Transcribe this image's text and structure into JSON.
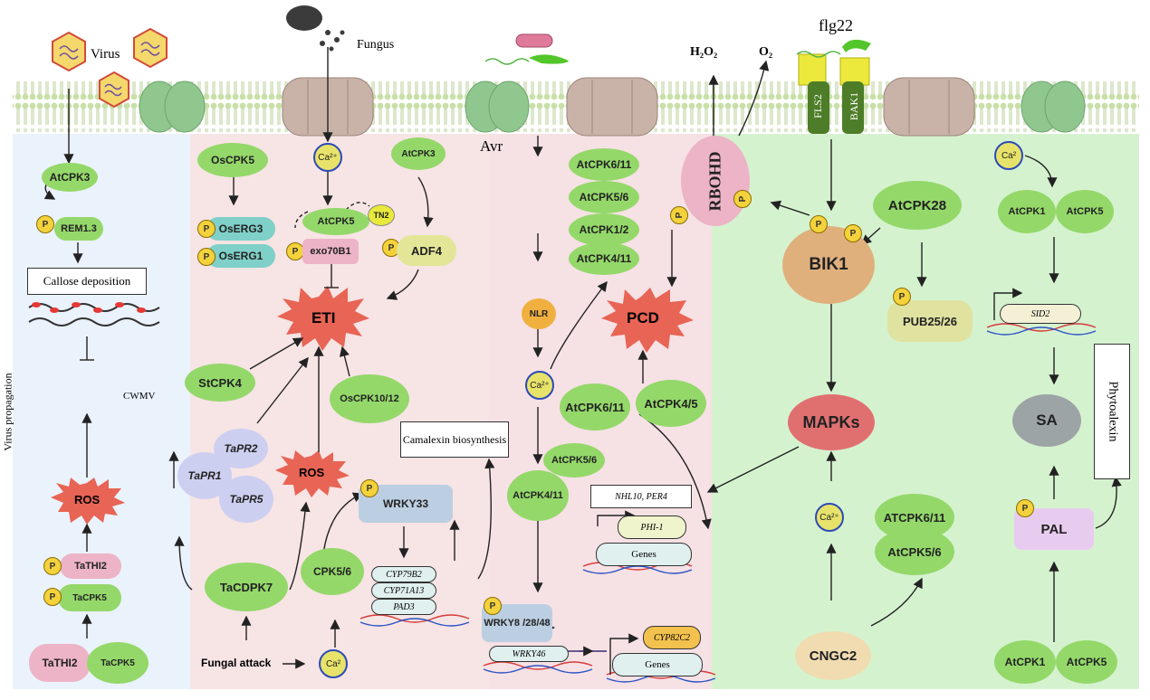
{
  "colors": {
    "virus_panel": "#eaf2fb",
    "fungus_panel": "#f7e4e4",
    "bacteria_panel": "#f6e1e4",
    "plant_panel": "#d5f2cf",
    "membrane": "#cfe6b8",
    "green_node": "#94d86a",
    "burst": "#e86455",
    "mapks": "#e07070",
    "bik1": "#e0b07c"
  },
  "labels": {
    "virus": "Virus",
    "fungus": "Fungus",
    "h2o2": "H₂O₂",
    "o2": "O₂",
    "flg22": "flg22",
    "avr": "Avr",
    "fls2": "FLS2",
    "bak1": "BAK1",
    "cwmv": "CWMV",
    "virus_propagation": "Virus propagation",
    "fungal_attack": "Fungal attack",
    "genes_1": "Genes",
    "genes_2": "Genes",
    "nlr": "NLR",
    "p": "P",
    "ca2": "Ca²⁺",
    "ca": "Ca²"
  },
  "virus_panel": {
    "atcpk3": "AtCPK3",
    "rem13": "REM1.3",
    "callose": "Callose deposition",
    "ros": "ROS",
    "tathi2_a": "TaTHI2",
    "tacpk5_a": "TaCPK5",
    "tathi2_b": "TaTHI2",
    "tacpk5_b": "TaCPK5"
  },
  "fungus_panel": {
    "oscpk5": "OsCPK5",
    "oserg3": "OsERG3",
    "oserg1": "OsERG1",
    "atcpk5": "AtCPK5",
    "tn2": "TN2",
    "exo70b1": "exo70B1",
    "atcpk3": "AtCPK3",
    "adf4": "ADF4",
    "eti": "ETI",
    "stcpk4": "StCPK4",
    "oscpk1012": "OsCPK10/12",
    "tapr2": "TaPR2",
    "tapr1": "TaPR1",
    "tapr5": "TaPR5",
    "ros": "ROS",
    "wrky33": "WRKY33",
    "camalexin": "Camalexin biosynthesis",
    "cyp79b2": "CYP79B2",
    "cyp71a13": "CYP71A13",
    "pad3": "PAD3",
    "tacdpk7": "TaCDPK7",
    "cpk56": "CPK5/6"
  },
  "bacteria_panel": {
    "atcpk611": "AtCPK6/11",
    "atcpk56": "AtCPK5/6",
    "atcpk12": "AtCPK1/2",
    "atcpk411": "AtCPK4/11",
    "pcd": "PCD",
    "atcpk611b": "AtCPK6/11",
    "atcpk45": "AtCPK4/5",
    "atcpk56b": "AtCPK5/6",
    "atcpk411b": "AtCPK4/11",
    "wrky": "WRKY8 /28/48",
    "wrky46": "WRKY46",
    "cyp82c2": "CYP82C2",
    "nhl10": "NHL10, PER4",
    "phi1": "PHI-1"
  },
  "plant_panel": {
    "rbohd": "RBOHD",
    "bik1": "BIK1",
    "atcpk28": "AtCPK28",
    "pub2526": "PUB25/26",
    "mapks": "MAPKs",
    "atcpk611": "ATCPK6/11",
    "atcpk56": "AtCPK5/6",
    "cngc2": "CNGC2",
    "atcpk1_top": "AtCPK1",
    "atcpk5_top": "AtCPK5",
    "sid2": "SID2",
    "sa": "SA",
    "phytoalexin": "Phytoalexin",
    "pal": "PAL",
    "atcpk1_bot": "AtCPK1",
    "atcpk5_bot": "AtCPK5"
  }
}
